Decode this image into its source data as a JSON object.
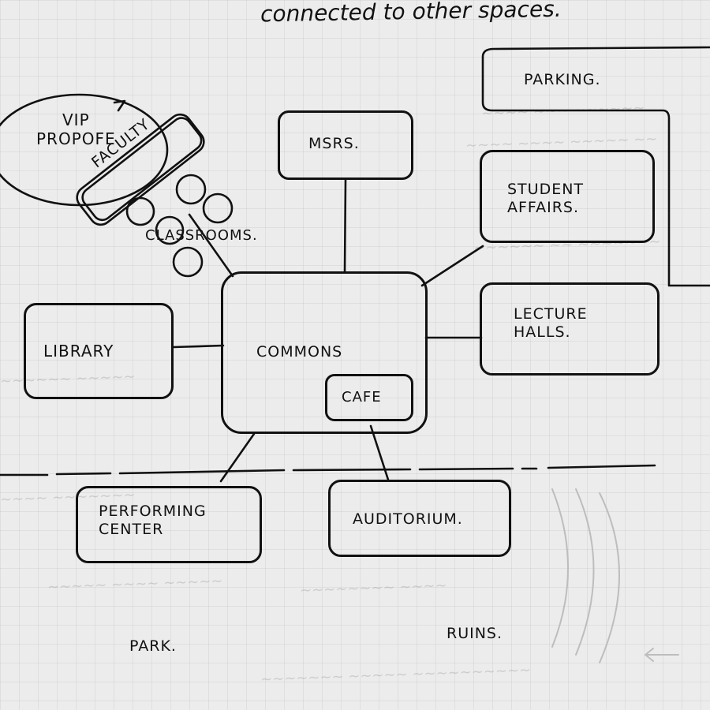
{
  "header": {
    "text": "connected to other spaces."
  },
  "diagram": {
    "nodes": {
      "commons": "COMMONS",
      "cafe": "CAFE",
      "msrs": "MSRS.",
      "parking": "PARKING.",
      "student_affairs": "STUDENT\nAFFAIRS.",
      "lecture_halls": "LECTURE\nHALLS.",
      "library": "LIBRARY",
      "performing_center": "PERFORMING\nCENTER",
      "auditorium": "AUDITORIUM.",
      "vip_propofe": "VIP\nPROPOFE",
      "faculty": "FACULTY",
      "classrooms": "CLASSROOMS."
    },
    "outdoor": {
      "park": "PARK.",
      "ruins": "RUINS."
    }
  },
  "colors": {
    "ink": "#111111",
    "paper": "#ececec",
    "faint_ink": "#b8b8b8"
  }
}
